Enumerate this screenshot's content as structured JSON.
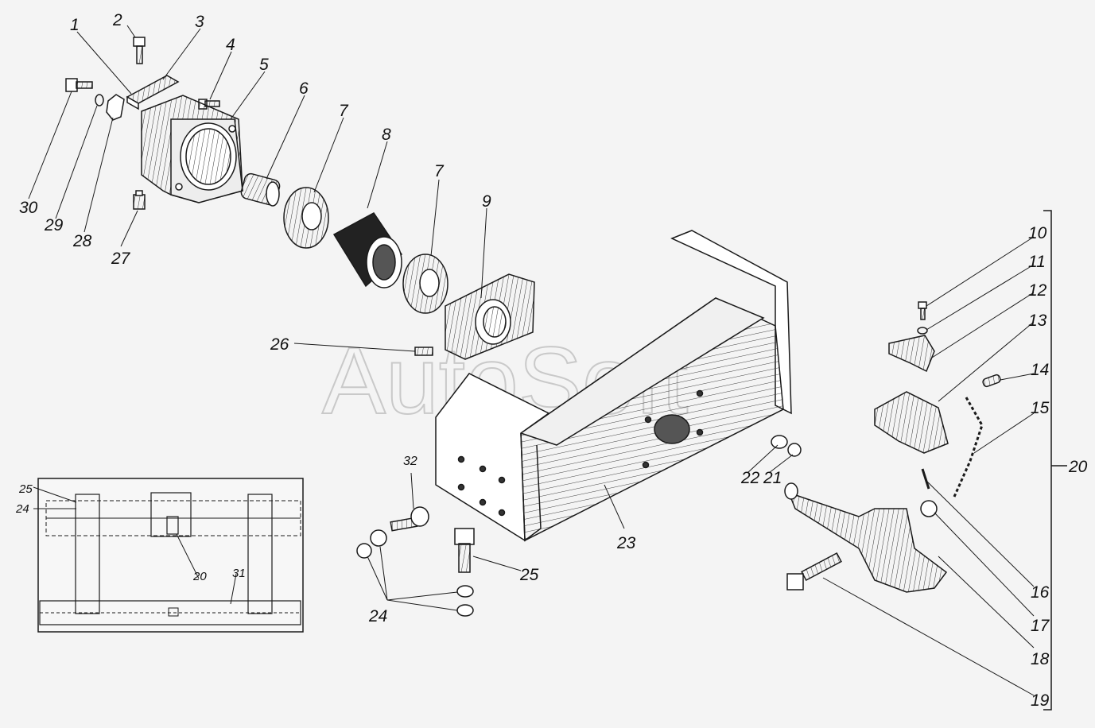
{
  "watermark": "AutoSoft",
  "colors": {
    "background": "#f4f4f4",
    "ink": "#1a1a1a",
    "watermark": "#c9c9c9"
  },
  "callouts": {
    "c1": "1",
    "c2": "2",
    "c3": "3",
    "c4": "4",
    "c5": "5",
    "c6": "6",
    "c7a": "7",
    "c7b": "7",
    "c8": "8",
    "c9": "9",
    "c10": "10",
    "c11": "11",
    "c12": "12",
    "c13": "13",
    "c14": "14",
    "c15": "15",
    "c16": "16",
    "c17": "17",
    "c18": "18",
    "c19": "19",
    "c20": "20",
    "c21": "21",
    "c22": "22",
    "c23": "23",
    "c24": "24",
    "c25": "25",
    "c26": "26",
    "c27": "27",
    "c28": "28",
    "c29": "29",
    "c30": "30",
    "c32": "32"
  },
  "inset": {
    "c24": "24",
    "c25": "25",
    "c20": "20",
    "c31": "31"
  }
}
